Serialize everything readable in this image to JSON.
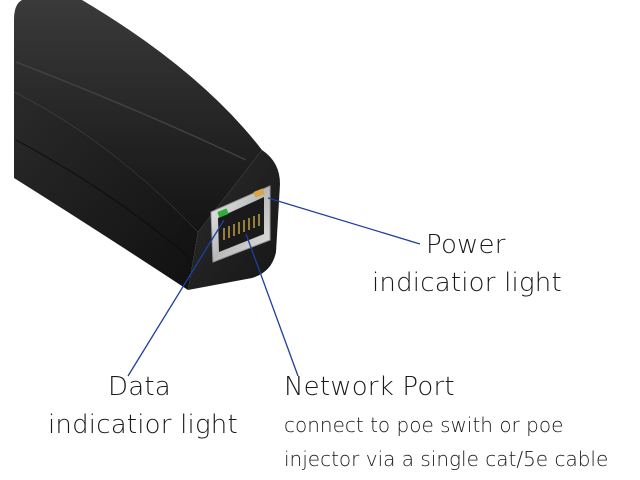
{
  "labels": {
    "power_line1": "Power",
    "power_line2": "indicatior light",
    "data_line1": "Data",
    "data_line2": "indicatior light",
    "network_title": "Network Port",
    "network_desc_line1": "connect to poe swith or poe",
    "network_desc_line2": "injector via a single cat/5e cable"
  },
  "colors": {
    "leader_line": "#1f3fa0",
    "device_body": "#1c1c1c",
    "led_green": "#2fae3a",
    "led_amber": "#d9a441"
  }
}
